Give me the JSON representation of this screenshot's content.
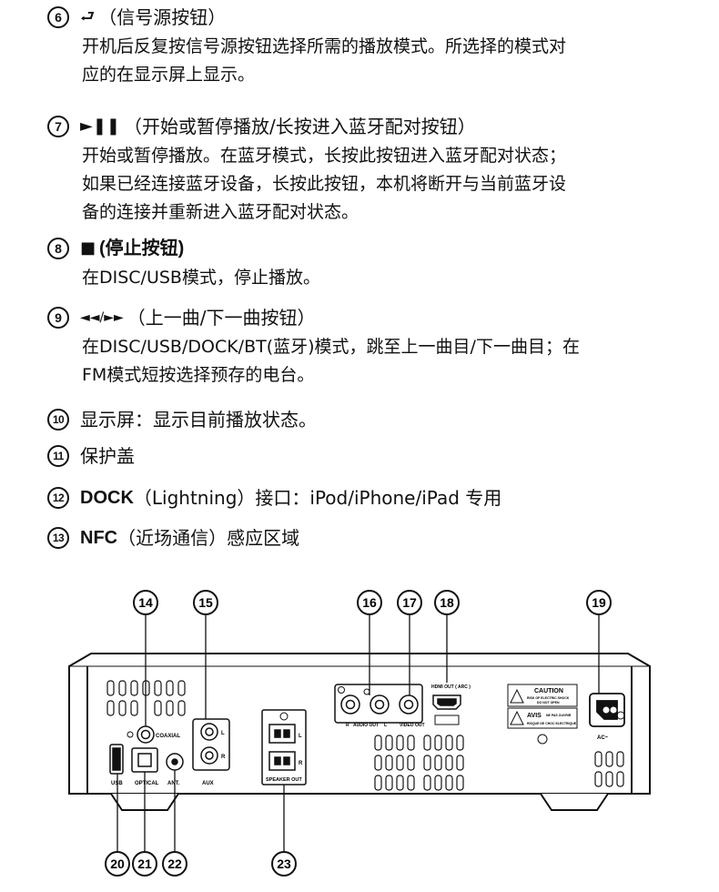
{
  "items": [
    {
      "num": "6",
      "glyph": "⮐",
      "title": "（信号源按钮）",
      "lines": [
        "开机后反复按信号源按钮选择所需的播放模式。所选择的模式对",
        "应的在显示屏上显示。"
      ]
    },
    {
      "num": "7",
      "glyph": "►❚❚",
      "title": "（开始或暂停播放/长按进入蓝牙配对按钮）",
      "lines": [
        "开始或暂停播放。在蓝牙模式，长按此按钮进入蓝牙配对状态；",
        "如果已经连接蓝牙设备，长按此按钮，本机将断开与当前蓝牙设",
        "备的连接并重新进入蓝牙配对状态。"
      ]
    },
    {
      "num": "8",
      "glyph": "■",
      "title": " (停止按钮)",
      "lines": [
        "在DISC/USB模式，停止播放。"
      ]
    },
    {
      "num": "9",
      "glyph": "◄◄/►►",
      "title": "（上一曲/下一曲按钮）",
      "lines": [
        "在DISC/USB/DOCK/BT(蓝牙)模式，跳至上一曲目/下一曲目；在",
        "FM模式短按选择预存的电台。"
      ]
    },
    {
      "num": "10",
      "title": "显示屏：显示目前播放状态。"
    },
    {
      "num": "11",
      "title": "保护盖"
    },
    {
      "num": "12",
      "bold": "DOCK",
      "title": "（Lightning）接口：iPod/iPhone/iPad 专用"
    },
    {
      "num": "13",
      "bold": "NFC",
      "title": "（近场通信）感应区域"
    }
  ],
  "diagram": {
    "callouts_top": [
      "14",
      "15",
      "16",
      "17",
      "18",
      "19"
    ],
    "callouts_bottom": [
      "20",
      "21",
      "22",
      "23"
    ],
    "labels": {
      "coaxial": "COAXIAL",
      "usb": "USB",
      "optical": "OPTICAL",
      "ant": "ANT.",
      "aux": "AUX",
      "aux_l": "L",
      "aux_r": "R",
      "speaker_out": "SPEAKER OUT",
      "spk_l": "L",
      "spk_r": "R",
      "audio_out": "AUDIO OUT",
      "audio_r": "R",
      "audio_l": "L",
      "video_out": "VIDEO OUT",
      "hdmi_out": "HDMI OUT ( ARC )",
      "caution": "CAUTION",
      "caution_sub1": "RISK OF ELECTRIC SHOCK",
      "caution_sub2": "DO NOT OPEN",
      "avis": "AVIS",
      "avis_sub1": "NE PAS OUVRIR",
      "avis_sub2": "RISQUE DE CHOC ELECTRIQUE",
      "ac": "AC~"
    }
  }
}
